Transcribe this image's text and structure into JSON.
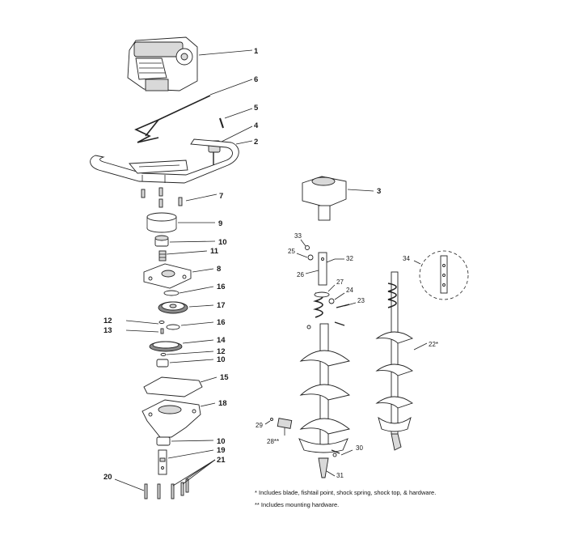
{
  "callouts": {
    "c1": "1",
    "c2": "2",
    "c3": "3",
    "c4": "4",
    "c5": "5",
    "c6": "6",
    "c7": "7",
    "c8": "8",
    "c9": "9",
    "c10a": "10",
    "c10b": "10",
    "c10c": "10",
    "c11": "11",
    "c12a": "12",
    "c12b": "12",
    "c13": "13",
    "c14": "14",
    "c15": "15",
    "c16a": "16",
    "c16b": "16",
    "c17": "17",
    "c18": "18",
    "c19": "19",
    "c20": "20",
    "c21": "21",
    "c22": "22*",
    "c23": "23",
    "c24": "24",
    "c25": "25",
    "c26": "26",
    "c27": "27",
    "c28": "28**",
    "c29": "29",
    "c30": "30",
    "c31": "31",
    "c32": "32",
    "c33": "33",
    "c34": "34"
  },
  "notes": {
    "includes_blade": "* Includes blade, fishtail point, shock spring, shock top, & hardware.",
    "includes_hardware": "** Includes mounting hardware."
  }
}
